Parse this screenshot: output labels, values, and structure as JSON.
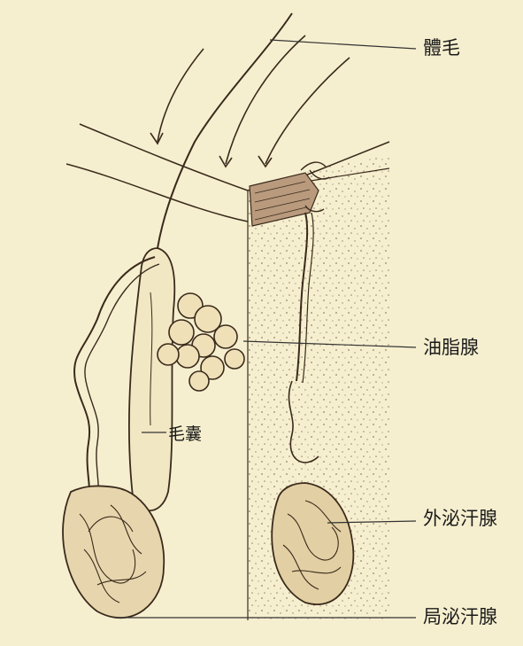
{
  "labels": {
    "hair": "體毛",
    "sebaceous_gland": "油脂腺",
    "hair_follicle": "毛囊",
    "eccrine_gland": "外泌汗腺",
    "apocrine_gland": "局泌汗腺"
  },
  "side_credit": "",
  "colors": {
    "background": "#f6efcf",
    "ink": "#3a2a1c",
    "leader_line": "#333333",
    "label_text": "#1a1a1a",
    "stipple": "#8a7158"
  }
}
